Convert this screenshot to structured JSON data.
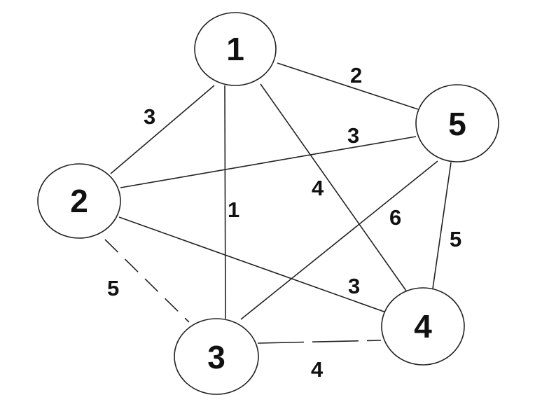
{
  "graph": {
    "nodes": [
      {
        "id": "1",
        "label": "1"
      },
      {
        "id": "2",
        "label": "2"
      },
      {
        "id": "3",
        "label": "3"
      },
      {
        "id": "4",
        "label": "4"
      },
      {
        "id": "5",
        "label": "5"
      }
    ],
    "edges": [
      {
        "from": "1",
        "to": "2",
        "weight": "3"
      },
      {
        "from": "1",
        "to": "3",
        "weight": "1"
      },
      {
        "from": "1",
        "to": "4",
        "weight": "4"
      },
      {
        "from": "1",
        "to": "5",
        "weight": "2"
      },
      {
        "from": "2",
        "to": "5",
        "weight": "3"
      },
      {
        "from": "2",
        "to": "4",
        "weight": "3"
      },
      {
        "from": "2",
        "to": "3",
        "weight": "5"
      },
      {
        "from": "3",
        "to": "5",
        "weight": "6"
      },
      {
        "from": "3",
        "to": "4",
        "weight": "4"
      },
      {
        "from": "5",
        "to": "4",
        "weight": "5"
      }
    ]
  }
}
